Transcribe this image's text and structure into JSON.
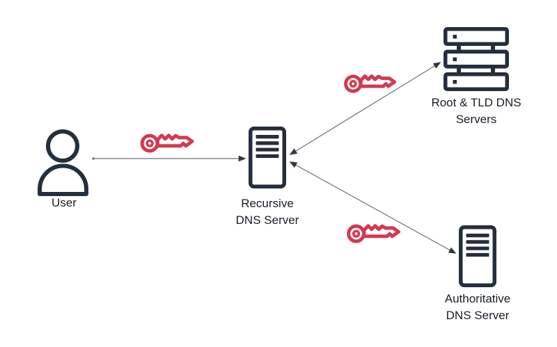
{
  "diagram": {
    "background": "#ffffff",
    "colors": {
      "node_outline": "#232f3e",
      "key_accent": "#d23a52",
      "connector": "#6a737c",
      "arrowhead": "#2e3945",
      "label_text": "#161d27"
    },
    "nodes": [
      {
        "id": "user",
        "icon": "person-icon",
        "label_lines": [
          "User"
        ]
      },
      {
        "id": "recursive-dns-server",
        "icon": "tower-server-icon",
        "label_lines": [
          "Recursive",
          "DNS Server"
        ]
      },
      {
        "id": "root-tld-dns-servers",
        "icon": "rack-server-stack-icon",
        "label_lines": [
          "Root & TLD DNS",
          "Servers"
        ]
      },
      {
        "id": "authoritative-dns-server",
        "icon": "tower-server-icon",
        "label_lines": [
          "Authoritative",
          "DNS Server"
        ]
      }
    ],
    "edges": [
      {
        "from": "user",
        "to": "recursive-dns-server",
        "arrows": "end",
        "badge": "key-icon"
      },
      {
        "from": "recursive-dns-server",
        "to": "root-tld-dns-servers",
        "arrows": "both",
        "badge": "key-icon"
      },
      {
        "from": "recursive-dns-server",
        "to": "authoritative-dns-server",
        "arrows": "both",
        "badge": "key-icon"
      }
    ]
  }
}
